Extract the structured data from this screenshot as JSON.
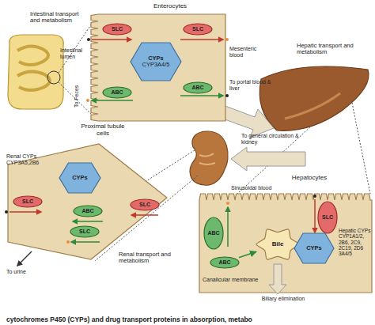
{
  "diagram": {
    "caption": "cytochromes P450 (CYPs) and drug transport proteins in absorption, metabo",
    "nodes": [
      {
        "text": [
          "Enterocytes"
        ]
      },
      {
        "text": [
          "SLC"
        ],
        "in": 0
      },
      {
        "text": [
          "SLC"
        ],
        "in": 0
      },
      {
        "text": [
          "CYPs",
          "CYP3A4/5"
        ],
        "in": 0
      },
      {
        "text": [
          "ABC"
        ],
        "in": 0
      },
      {
        "text": [
          "ABC"
        ],
        "in": 0
      },
      {
        "text": [
          "Proximal tubule cells"
        ]
      },
      {
        "text": [
          "CYPs"
        ],
        "in": 6
      },
      {
        "text": [
          "SLC"
        ],
        "in": 6
      },
      {
        "text": [
          "ABC"
        ],
        "in": 6
      },
      {
        "text": [
          "SLC"
        ],
        "in": 6
      },
      {
        "text": [
          "SLC"
        ],
        "in": 6
      },
      {
        "text": [
          "Hepatocytes"
        ]
      },
      {
        "text": [
          "ABC"
        ],
        "in": 12
      },
      {
        "text": [
          "SLC"
        ],
        "in": 12
      },
      {
        "text": [
          "Bile"
        ],
        "in": 12
      },
      {
        "text": [
          "ABC"
        ],
        "in": 12
      },
      {
        "text": [
          "CYPs"
        ],
        "in": 12
      }
    ],
    "edges": [
      {
        "from": 16,
        "to": 15,
        "arrow": "to"
      }
    ],
    "labels": [
      "Intestinal transport and metabolism",
      "Intestinal lumen",
      "To Feces",
      "Mesenteric blood",
      "Hepatic transport and metabolism",
      "To portal blood & liver",
      "Renal CYPs CYP3A5,2B6",
      "To general circulation & kidney",
      "Sinusoidal blood",
      "Hepatic CYPs CYP1A1/2, 2B6, 2C9, 2C19, 2D6 3A4/5",
      "Renal transport and metabolism",
      "To urine",
      "Canalicular membrane",
      "Biliary elimination"
    ]
  }
}
